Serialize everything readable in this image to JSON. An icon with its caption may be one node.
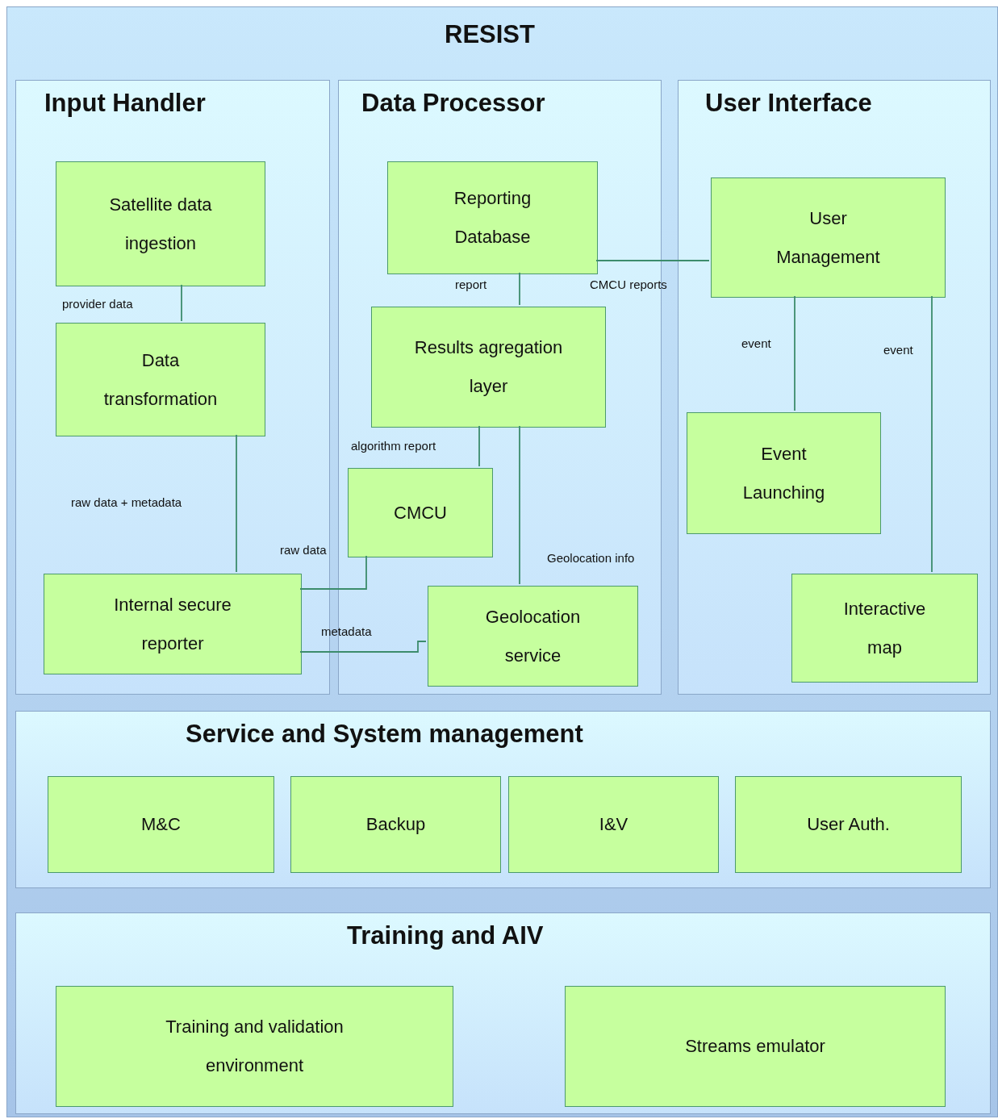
{
  "diagram": {
    "nodes": [
      {
        "text": [
          "RESIST"
        ]
      },
      {
        "text": [
          "Input Handler"
        ],
        "in": 0
      },
      {
        "text": [
          "Satellite data ingestion"
        ],
        "in": 1
      },
      {
        "text": [
          "Data transformation"
        ],
        "in": 1
      },
      {
        "text": [
          "Internal secure reporter"
        ],
        "in": 1
      },
      {
        "text": [
          "Data Processor"
        ],
        "in": 0
      },
      {
        "text": [
          "Reporting Database"
        ],
        "in": 5
      },
      {
        "text": [
          "Results agregation layer"
        ],
        "in": 5
      },
      {
        "text": [
          "CMCU"
        ],
        "in": 5
      },
      {
        "text": [
          "Geolocation service"
        ],
        "in": 5
      },
      {
        "text": [
          "User Interface"
        ],
        "in": 0
      },
      {
        "text": [
          "User Management"
        ],
        "in": 10
      },
      {
        "text": [
          "Event Launching"
        ],
        "in": 10
      },
      {
        "text": [
          "Interactive map"
        ],
        "in": 10
      },
      {
        "text": [
          "Service and System management"
        ],
        "in": 0
      },
      {
        "text": [
          "M&C"
        ],
        "in": 14
      },
      {
        "text": [
          "Backup"
        ],
        "in": 14
      },
      {
        "text": [
          "I&V"
        ],
        "in": 14
      },
      {
        "text": [
          "User Auth."
        ],
        "in": 14
      },
      {
        "text": [
          "Training and AIV"
        ],
        "in": 0
      },
      {
        "text": [
          "Training and validation environment"
        ],
        "in": 19
      },
      {
        "text": [
          "Streams emulator"
        ],
        "in": 19
      }
    ],
    "edges": [
      {
        "from": 2,
        "to": 3,
        "arrow": "none",
        "label": "provider data"
      },
      {
        "from": 3,
        "to": 4,
        "arrow": "none",
        "label": "raw data + metadata"
      },
      {
        "from": 4,
        "to": 8,
        "arrow": "none",
        "label": "raw data"
      },
      {
        "from": 4,
        "to": 9,
        "arrow": "none",
        "label": "metadata"
      },
      {
        "from": 6,
        "to": 7,
        "arrow": "none",
        "label": "report"
      },
      {
        "from": 6,
        "to": 11,
        "arrow": "none",
        "label": "CMCU reports"
      },
      {
        "from": 7,
        "to": 8,
        "arrow": "none",
        "label": "algorithm report"
      },
      {
        "from": 7,
        "to": 9,
        "arrow": "none",
        "label": "Geolocation info"
      },
      {
        "from": 11,
        "to": 12,
        "arrow": "none",
        "label": "event"
      },
      {
        "from": 11,
        "to": 13,
        "arrow": "none",
        "label": "event"
      }
    ]
  }
}
